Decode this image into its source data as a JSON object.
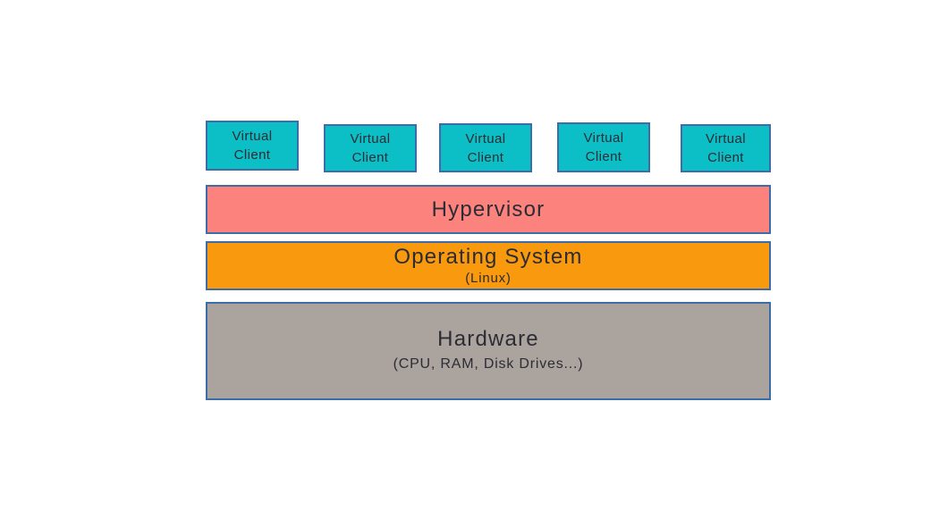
{
  "canvas": {
    "background": "#ffffff"
  },
  "colors": {
    "client_fill": "#0cbec5",
    "hypervisor_fill": "#fb827d",
    "os_fill": "#f9990d",
    "hardware_fill": "#aba49e",
    "box_border": "#3d6da8",
    "text": "#2c2c34"
  },
  "diagram": {
    "clients": [
      {
        "lines": [
          "Virtual",
          "Client"
        ]
      },
      {
        "lines": [
          "Virtual",
          "Client"
        ]
      },
      {
        "lines": [
          "Virtual",
          "Client"
        ]
      },
      {
        "lines": [
          "Virtual",
          "Client"
        ]
      },
      {
        "lines": [
          "Virtual",
          "Client"
        ]
      }
    ],
    "layers": [
      {
        "title": "Hypervisor",
        "subtitle": ""
      },
      {
        "title": "Operating System",
        "subtitle": "(Linux)"
      },
      {
        "title": "Hardware",
        "subtitle": "(CPU, RAM, Disk Drives...)"
      }
    ]
  }
}
